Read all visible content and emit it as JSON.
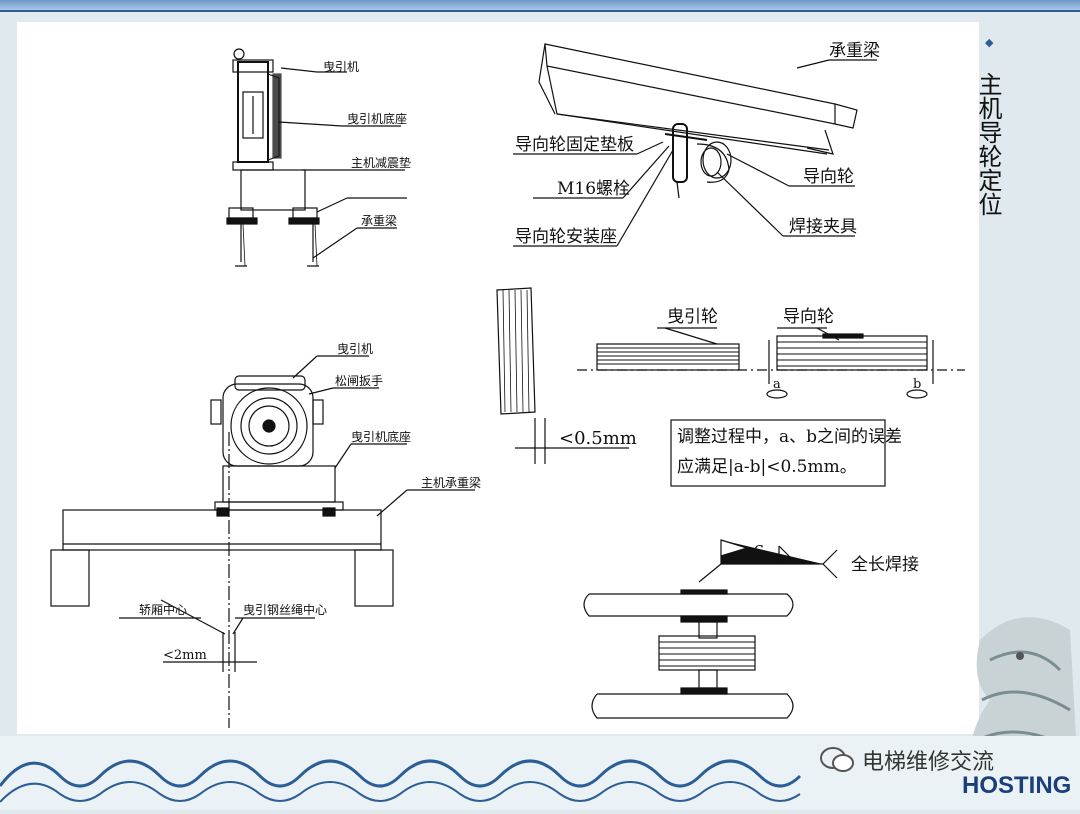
{
  "side_title": "主机导轮定位",
  "labels": {
    "top_left": {
      "traction_machine": "曳引机",
      "machine_base": "曳引机底座",
      "damping_pad": "主机减震垫",
      "bearing_beam": "承重梁"
    },
    "top_right": {
      "bearing_beam": "承重梁",
      "fixed_pad": "导向轮固定垫板",
      "bolt": "M16螺栓",
      "mount_seat": "导向轮安装座",
      "guide_wheel": "导向轮",
      "clamp": "焊接夹具"
    },
    "mid": {
      "traction_sheave": "曳引轮",
      "guide_wheel": "导向轮",
      "tolerance": "<0.5mm",
      "a": "a",
      "b": "b",
      "note_line1": "调整过程中，a、b之间的误差",
      "note_line2": "应满足|a-b|<0.5mm。"
    },
    "bottom_left": {
      "traction_machine": "曳引机",
      "release_wrench": "松闸扳手",
      "machine_base": "曳引机底座",
      "main_beam": "主机承重梁",
      "car_center": "轿厢中心",
      "rope_center": "曳引钢丝绳中心",
      "tolerance": "<2mm"
    },
    "bottom_right": {
      "weld_size": "6",
      "full_weld": "全长焊接"
    }
  },
  "watermark": {
    "channel": "电梯维修交流",
    "logo_a": "HOSTING"
  },
  "colors": {
    "top_bar": "#6d97c9",
    "logo_blue": "#1b3f7a",
    "wave_blue": "#2c5d96",
    "page_bg": "#dfe9ee"
  }
}
